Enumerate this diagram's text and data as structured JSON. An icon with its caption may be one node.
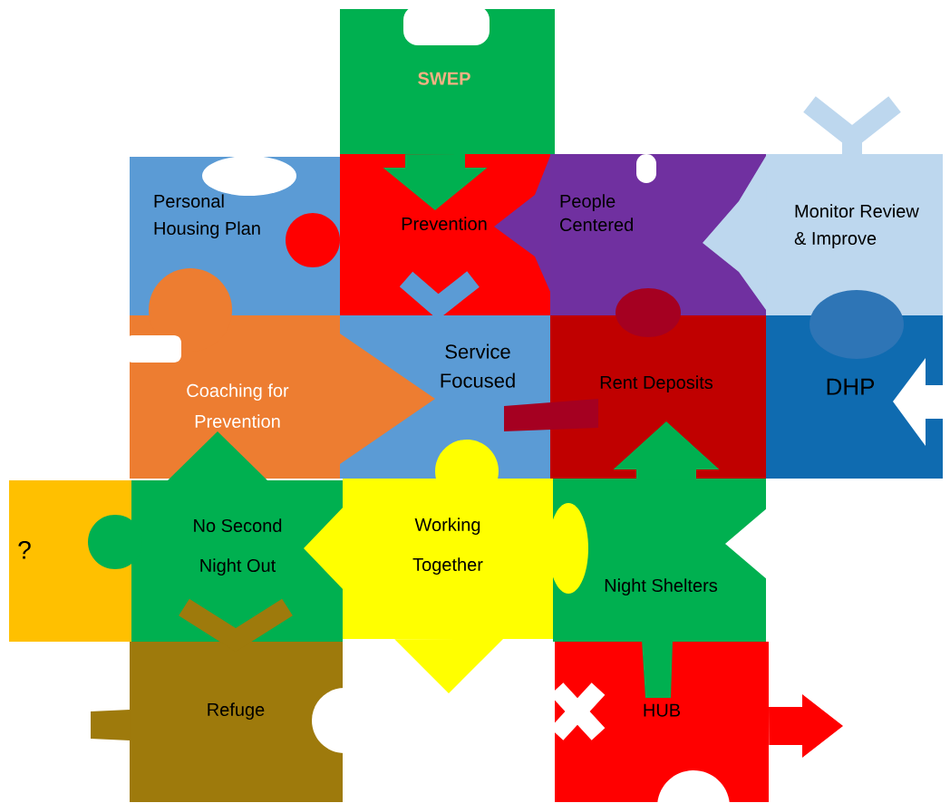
{
  "diagram": {
    "nodes": [
      {
        "text": [
          "SWEP"
        ]
      },
      {
        "text": [
          "Personal Housing Plan"
        ]
      },
      {
        "text": [
          "Prevention"
        ]
      },
      {
        "text": [
          "People Centered"
        ]
      },
      {
        "text": [
          "Monitor Review & Improve"
        ]
      },
      {
        "text": [
          "Coaching for Prevention"
        ]
      },
      {
        "text": [
          "Service Focused"
        ]
      },
      {
        "text": [
          "Rent Deposits"
        ]
      },
      {
        "text": [
          "DHP"
        ]
      },
      {
        "text": [
          "?"
        ]
      },
      {
        "text": [
          "No Second Night Out"
        ]
      },
      {
        "text": [
          "Working Together"
        ]
      },
      {
        "text": [
          "Night Shelters"
        ]
      },
      {
        "text": [
          "Refuge"
        ]
      },
      {
        "text": [
          "HUB"
        ]
      }
    ],
    "edges": [
      {
        "from": 0,
        "to": 2,
        "arrow": "to",
        "color": "#00b050"
      },
      {
        "from": 12,
        "to": 7,
        "arrow": "to",
        "color": "#00b050"
      },
      {
        "from": 14,
        "to": null,
        "arrow": "to",
        "color": "#ff0000"
      },
      {
        "from": 11,
        "to": 10,
        "arrow": "to",
        "color": "#ffff00"
      },
      {
        "from": 11,
        "to": null,
        "arrow": "to",
        "color": "#ffff00"
      }
    ]
  }
}
